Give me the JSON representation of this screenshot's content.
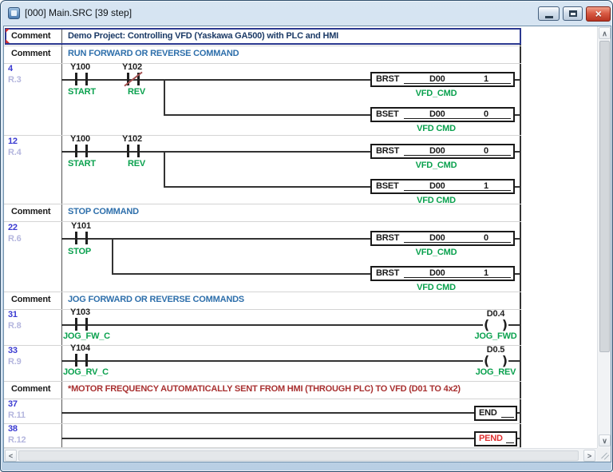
{
  "window": {
    "title": "[000] Main.SRC [39 step]"
  },
  "icons": {
    "close": "×",
    "scroll_up": "∧",
    "scroll_down": "∨",
    "scroll_left": "<",
    "scroll_right": ">",
    "coil_left": "(",
    "coil_right": ")"
  },
  "colors": {
    "symbol_green": "#0aa14e",
    "step_blue": "#3b3bd1",
    "ref_lavender": "#b4b6de",
    "comment_navy": "#1b3a66",
    "comment_blue": "#2e6fab",
    "comment_red": "#a83030",
    "pend_red": "#e03030",
    "selection_blue": "#2b3990",
    "nc_slash": "#a35050"
  },
  "rows": {
    "comment_demo": {
      "label": "Comment",
      "text": "Demo Project: Controlling VFD (Yaskawa GA500) with PLC and HMI"
    },
    "comment_run": {
      "label": "Comment",
      "text": "RUN FORWARD OR REVERSE COMMAND"
    },
    "comment_stop": {
      "label": "Comment",
      "text": "STOP COMMAND"
    },
    "comment_jog": {
      "label": "Comment",
      "text": "JOG FORWARD OR REVERSE COMMANDS"
    },
    "comment_motor": {
      "label": "Comment",
      "text": "*MOTOR FREQUENCY AUTOMATICALLY SENT FROM HMI (THROUGH PLC) TO VFD (D01 TO 4x2)"
    }
  },
  "rungs": {
    "r4": {
      "step": "4",
      "ref": "R.3",
      "contacts": [
        {
          "address": "Y100",
          "symbol": "START",
          "type": "NO"
        },
        {
          "address": "Y102",
          "symbol": "REV",
          "type": "NC"
        }
      ],
      "outputs": [
        {
          "mnemonic": "BRST",
          "operand": "D00",
          "bit": "1",
          "symbol": "VFD_CMD"
        },
        {
          "mnemonic": "BSET",
          "operand": "D00",
          "bit": "0",
          "symbol": "VFD CMD"
        }
      ]
    },
    "r12": {
      "step": "12",
      "ref": "R.4",
      "contacts": [
        {
          "address": "Y100",
          "symbol": "START",
          "type": "NO"
        },
        {
          "address": "Y102",
          "symbol": "REV",
          "type": "NO"
        }
      ],
      "outputs": [
        {
          "mnemonic": "BRST",
          "operand": "D00",
          "bit": "0",
          "symbol": "VFD_CMD"
        },
        {
          "mnemonic": "BSET",
          "operand": "D00",
          "bit": "1",
          "symbol": "VFD CMD"
        }
      ]
    },
    "r22": {
      "step": "22",
      "ref": "R.6",
      "contacts": [
        {
          "address": "Y101",
          "symbol": "STOP",
          "type": "NO"
        }
      ],
      "outputs": [
        {
          "mnemonic": "BRST",
          "operand": "D00",
          "bit": "0",
          "symbol": "VFD_CMD"
        },
        {
          "mnemonic": "BRST",
          "operand": "D00",
          "bit": "1",
          "symbol": "VFD CMD"
        }
      ]
    },
    "r31": {
      "step": "31",
      "ref": "R.8",
      "contacts": [
        {
          "address": "Y103",
          "symbol": "JOG_FW_C",
          "type": "NO"
        }
      ],
      "coil": {
        "address": "D0.4",
        "symbol": "JOG_FWD"
      }
    },
    "r33": {
      "step": "33",
      "ref": "R.9",
      "contacts": [
        {
          "address": "Y104",
          "symbol": "JOG_RV_C",
          "type": "NO"
        }
      ],
      "coil": {
        "address": "D0.5",
        "symbol": "JOG_REV"
      }
    },
    "r37": {
      "step": "37",
      "ref": "R.11",
      "box": "END"
    },
    "r38": {
      "step": "38",
      "ref": "R.12",
      "box": "PEND"
    }
  }
}
